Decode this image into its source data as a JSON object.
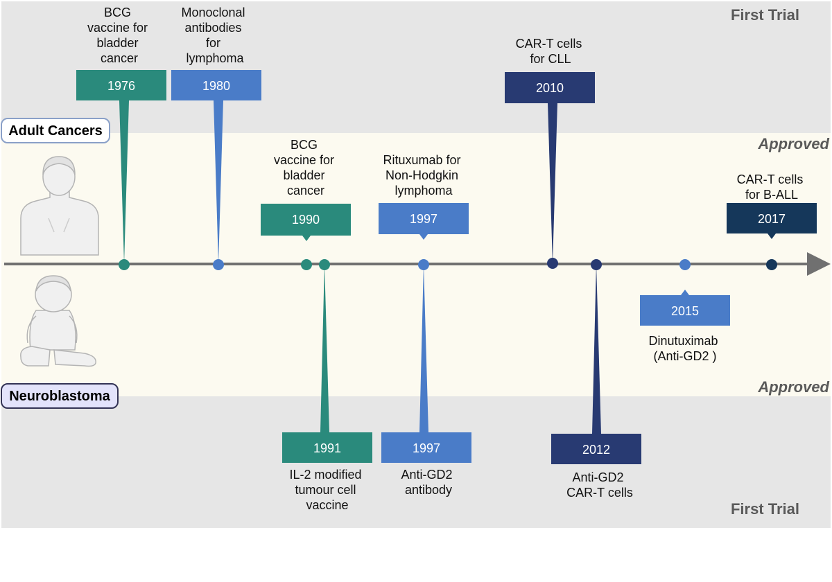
{
  "bands": {
    "first_trial_top": "First Trial",
    "approved_top": "Approved",
    "approved_bottom": "Approved",
    "first_trial_bottom": "First Trial"
  },
  "categories": {
    "adult": "Adult Cancers",
    "neuro": "Neuroblastoma"
  },
  "colors": {
    "teal": "#2a8a7c",
    "blue": "#4a7cc8",
    "navy": "#283a72",
    "darknavy": "#15375a",
    "first_trial_bg": "#e6e6e6",
    "approved_bg": "#fcfaf0",
    "axis": "#707070"
  },
  "events": {
    "e1976": {
      "year": "1976",
      "desc": [
        "BCG",
        "vaccine for",
        "bladder",
        "cancer"
      ]
    },
    "e1980": {
      "year": "1980",
      "desc": [
        "Monoclonal",
        "antibodies",
        "for",
        "lymphoma"
      ]
    },
    "e2010": {
      "year": "2010",
      "desc": [
        "CAR-T cells",
        "for CLL"
      ]
    },
    "e1990": {
      "year": "1990",
      "desc": [
        "BCG",
        "vaccine for",
        "bladder",
        "cancer"
      ]
    },
    "e1997a": {
      "year": "1997",
      "desc": [
        "Rituxumab for",
        "Non-Hodgkin",
        "lymphoma"
      ]
    },
    "e2017": {
      "year": "2017",
      "desc": [
        "CAR-T cells",
        "for B-ALL"
      ]
    },
    "e2015": {
      "year": "2015",
      "desc": [
        "Dinutuximab",
        "(Anti-GD2 )"
      ]
    },
    "e1991": {
      "year": "1991",
      "desc": [
        "IL-2 modified",
        "tumour cell",
        "vaccine"
      ]
    },
    "e1997b": {
      "year": "1997",
      "desc": [
        "Anti-GD2",
        "antibody"
      ]
    },
    "e2012": {
      "year": "2012",
      "desc": [
        "Anti-GD2",
        "CAR-T cells"
      ]
    }
  }
}
